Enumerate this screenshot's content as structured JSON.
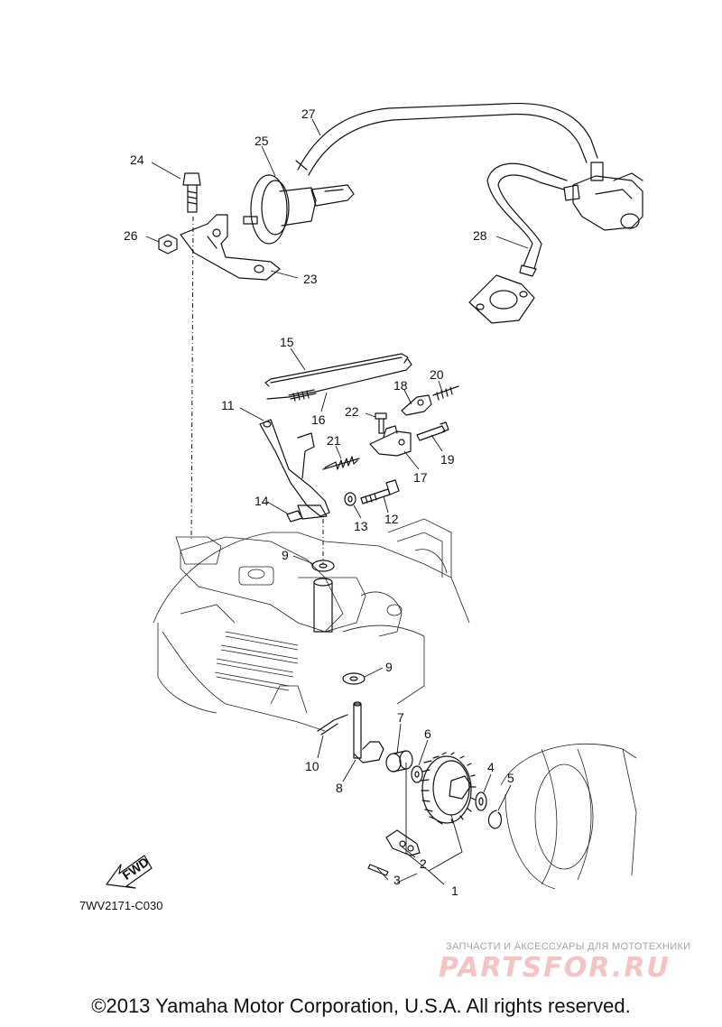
{
  "diagram": {
    "code": "7WV2171-C030",
    "fwd_label": "FWD",
    "callouts": [
      "1",
      "2",
      "3",
      "4",
      "5",
      "6",
      "7",
      "8",
      "9",
      "9",
      "10",
      "11",
      "12",
      "13",
      "14",
      "15",
      "16",
      "17",
      "18",
      "19",
      "20",
      "21",
      "22",
      "23",
      "24",
      "25",
      "26",
      "27",
      "28"
    ],
    "copyright": "©2013 Yamaha Motor Corporation, U.S.A. All rights reserved.",
    "watermark": {
      "tagline": "ЗАПЧАСТИ И АКСЕССУАРЫ ДЛЯ МОТОТЕХНИКИ",
      "logo": "PARTSFOR.RU"
    }
  }
}
